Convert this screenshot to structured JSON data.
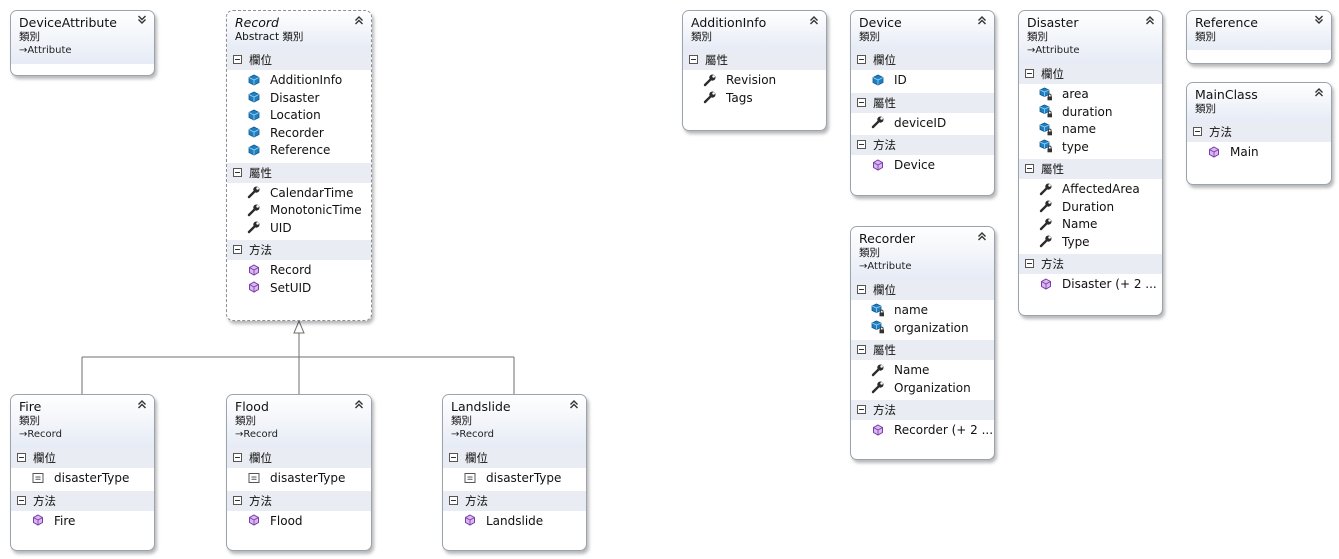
{
  "sections": {
    "fields": "欄位",
    "properties": "屬性",
    "methods": "方法"
  },
  "classes": [
    {
      "id": "deviceattribute",
      "name": "DeviceAttribute",
      "stereotype": "類別",
      "base": "Attribute",
      "abstract": false,
      "members": []
    },
    {
      "id": "record",
      "name": "Record",
      "stereotype": "Abstract 類別",
      "abstract": true,
      "fields": [
        {
          "name": "AdditionInfo",
          "icon": "field-public-icon"
        },
        {
          "name": "Disaster",
          "icon": "field-public-icon"
        },
        {
          "name": "Location",
          "icon": "field-public-icon"
        },
        {
          "name": "Recorder",
          "icon": "field-public-icon"
        },
        {
          "name": "Reference",
          "icon": "field-public-icon"
        }
      ],
      "properties": [
        {
          "name": "CalendarTime",
          "icon": "wrench-icon"
        },
        {
          "name": "MonotonicTime",
          "icon": "wrench-icon"
        },
        {
          "name": "UID",
          "icon": "wrench-icon"
        }
      ],
      "methods": [
        {
          "name": "Record",
          "icon": "method-icon"
        },
        {
          "name": "SetUID",
          "icon": "method-icon"
        }
      ]
    },
    {
      "id": "additioninfo",
      "name": "AdditionInfo",
      "stereotype": "類別",
      "abstract": false,
      "properties": [
        {
          "name": "Revision",
          "icon": "wrench-icon"
        },
        {
          "name": "Tags",
          "icon": "wrench-icon"
        }
      ]
    },
    {
      "id": "device",
      "name": "Device",
      "stereotype": "類別",
      "abstract": false,
      "fields": [
        {
          "name": "ID",
          "icon": "field-public-icon"
        }
      ],
      "properties": [
        {
          "name": "deviceID",
          "icon": "wrench-icon"
        }
      ],
      "methods": [
        {
          "name": "Device",
          "icon": "method-icon"
        }
      ]
    },
    {
      "id": "disaster",
      "name": "Disaster",
      "stereotype": "類別",
      "base": "Attribute",
      "abstract": false,
      "fields": [
        {
          "name": "area",
          "icon": "field-private-icon"
        },
        {
          "name": "duration",
          "icon": "field-private-icon"
        },
        {
          "name": "name",
          "icon": "field-private-icon"
        },
        {
          "name": "type",
          "icon": "field-private-icon"
        }
      ],
      "properties": [
        {
          "name": "AffectedArea",
          "icon": "wrench-icon"
        },
        {
          "name": "Duration",
          "icon": "wrench-icon"
        },
        {
          "name": "Name",
          "icon": "wrench-icon"
        },
        {
          "name": "Type",
          "icon": "wrench-icon"
        }
      ],
      "methods": [
        {
          "name": "Disaster (+ 2 ...",
          "icon": "method-icon"
        }
      ]
    },
    {
      "id": "reference",
      "name": "Reference",
      "stereotype": "類別",
      "abstract": false
    },
    {
      "id": "mainclass",
      "name": "MainClass",
      "stereotype": "類別",
      "abstract": false,
      "methods": [
        {
          "name": "Main",
          "icon": "method-icon"
        }
      ]
    },
    {
      "id": "recorder",
      "name": "Recorder",
      "stereotype": "類別",
      "base": "Attribute",
      "abstract": false,
      "fields": [
        {
          "name": "name",
          "icon": "field-private-icon"
        },
        {
          "name": "organization",
          "icon": "field-private-icon"
        }
      ],
      "properties": [
        {
          "name": "Name",
          "icon": "wrench-icon"
        },
        {
          "name": "Organization",
          "icon": "wrench-icon"
        }
      ],
      "methods": [
        {
          "name": "Recorder (+ 2 ...",
          "icon": "method-icon"
        }
      ]
    },
    {
      "id": "fire",
      "name": "Fire",
      "stereotype": "類別",
      "base": "Record",
      "abstract": false,
      "fields": [
        {
          "name": "disasterType",
          "icon": "enum-field-icon"
        }
      ],
      "methods": [
        {
          "name": "Fire",
          "icon": "method-icon"
        }
      ]
    },
    {
      "id": "flood",
      "name": "Flood",
      "stereotype": "類別",
      "base": "Record",
      "abstract": false,
      "fields": [
        {
          "name": "disasterType",
          "icon": "enum-field-icon"
        }
      ],
      "methods": [
        {
          "name": "Flood",
          "icon": "method-icon"
        }
      ]
    },
    {
      "id": "landslide",
      "name": "Landslide",
      "stereotype": "類別",
      "base": "Record",
      "abstract": false,
      "fields": [
        {
          "name": "disasterType",
          "icon": "enum-field-icon"
        }
      ],
      "methods": [
        {
          "name": "Landslide",
          "icon": "method-icon"
        }
      ]
    }
  ],
  "inheritance": [
    {
      "from": "fire",
      "to": "record"
    },
    {
      "from": "flood",
      "to": "record"
    },
    {
      "from": "landslide",
      "to": "record"
    }
  ]
}
